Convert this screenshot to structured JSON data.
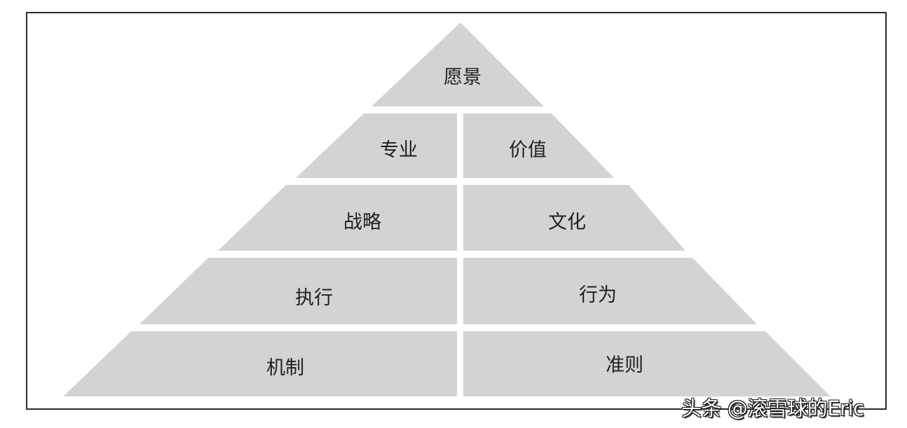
{
  "diagram": {
    "type": "pyramid",
    "fill_color": "#d3d3d3",
    "text_color": "#1f1f1f",
    "frame_color": "#2b2b2b",
    "tiers": [
      {
        "level": 1,
        "label": "愿景"
      },
      {
        "level": 2,
        "left": "专业",
        "right": "价值"
      },
      {
        "level": 3,
        "left": "战略",
        "right": "文化"
      },
      {
        "level": 4,
        "left": "执行",
        "right": "行为"
      },
      {
        "level": 5,
        "left": "机制",
        "right": "准则"
      }
    ]
  },
  "watermark": {
    "text": "头条 @滚雪球的Eric"
  }
}
